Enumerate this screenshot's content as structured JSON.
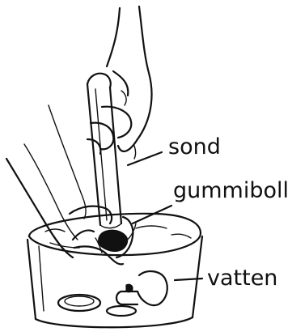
{
  "labels": {
    "sond": "sond",
    "gummiboll": "gummiboll",
    "vatten": "vatten"
  },
  "colors": {
    "ink": "#111111",
    "paper": "#ffffff"
  }
}
